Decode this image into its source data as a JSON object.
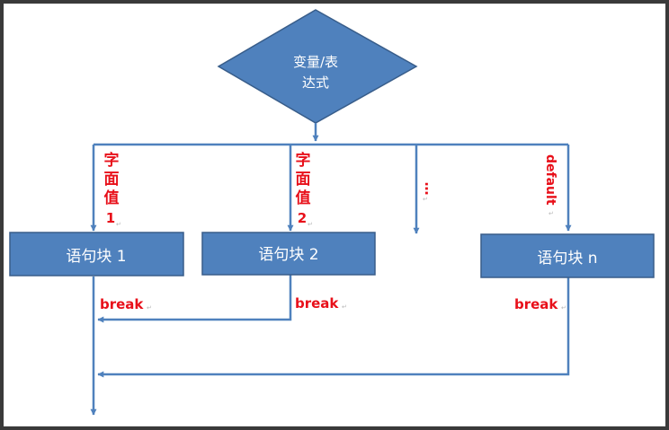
{
  "diagram": {
    "decision": {
      "line1": "变量/表",
      "line2": "达式"
    },
    "cases": [
      {
        "case_label_chars": [
          "字",
          "面",
          "值",
          "1"
        ],
        "block_label": "语句块 1",
        "break_label": "break"
      },
      {
        "case_label_chars": [
          "字",
          "面",
          "值",
          "2"
        ],
        "block_label": "语句块 2",
        "break_label": "break"
      },
      {
        "case_label_chars": [
          "…"
        ]
      },
      {
        "case_label": "default",
        "block_label": "语句块 n",
        "break_label": "break"
      }
    ],
    "colors": {
      "shape_fill": "#4f81bd",
      "shape_stroke": "#385d8a",
      "arrow": "#4f81bd",
      "label_red": "#e8101a"
    }
  }
}
